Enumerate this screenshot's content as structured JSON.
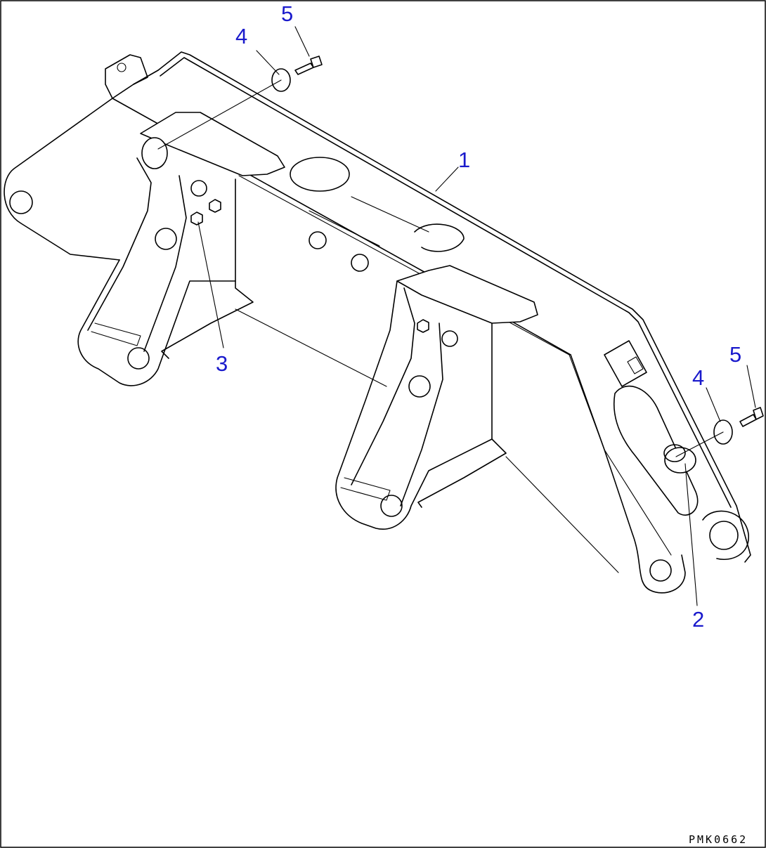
{
  "drawing_code": "PMK0662",
  "callouts": [
    {
      "id": "c1",
      "label": "1"
    },
    {
      "id": "c2",
      "label": "2"
    },
    {
      "id": "c3",
      "label": "3"
    },
    {
      "id": "c4a",
      "label": "4"
    },
    {
      "id": "c5a",
      "label": "5"
    },
    {
      "id": "c4b",
      "label": "4"
    },
    {
      "id": "c5b",
      "label": "5"
    }
  ],
  "colors": {
    "callout": "#1a1acc",
    "line": "#000000",
    "background": "#ffffff"
  }
}
